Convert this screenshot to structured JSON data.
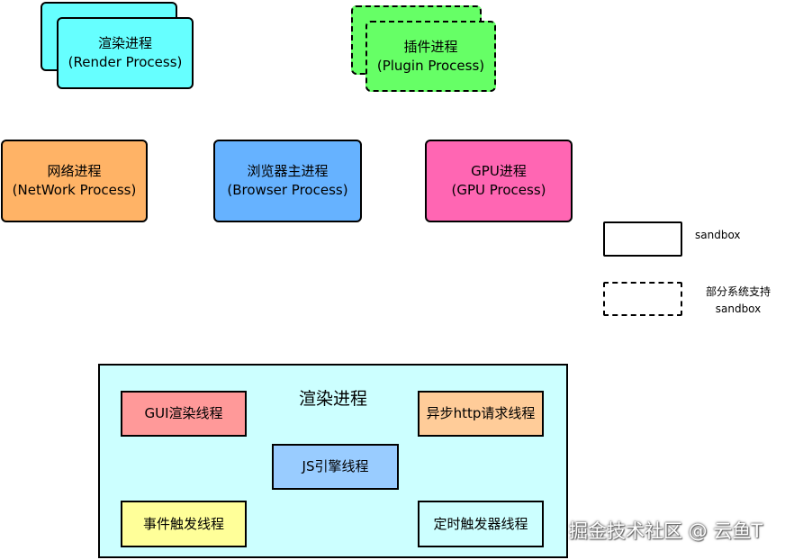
{
  "processes": {
    "render": {
      "title": "渲染进程",
      "subtitle": "(Render Process)",
      "color": "#66ffff",
      "sandbox": true,
      "stacked": true
    },
    "plugin": {
      "title": "插件进程",
      "subtitle": "(Plugin Process)",
      "color": "#66ff66",
      "sandbox": false,
      "stacked": true
    },
    "network": {
      "title": "网络进程",
      "subtitle": "(NetWork Process)",
      "color": "#ffb366",
      "sandbox": true
    },
    "browser": {
      "title": "浏览器主进程",
      "subtitle": "(Browser Process)",
      "color": "#66b2ff",
      "sandbox": true
    },
    "gpu": {
      "title": "GPU进程",
      "subtitle": "(GPU Process)",
      "color": "#ff66b3",
      "sandbox": true
    }
  },
  "legend": {
    "solid_label": "sandbox",
    "dashed_label_line1": "部分系统支持",
    "dashed_label_line2": "sandbox"
  },
  "renderer": {
    "title": "渲染进程",
    "color": "#ccffff",
    "threads": {
      "gui": {
        "label": "GUI渲染线程",
        "color": "#ff9999"
      },
      "http": {
        "label": "异步http请求线程",
        "color": "#ffcc99"
      },
      "js": {
        "label": "JS引擎线程",
        "color": "#99ccff"
      },
      "event": {
        "label": "事件触发线程",
        "color": "#ffff99"
      },
      "timer": {
        "label": "定时触发器线程",
        "color": "#ccffff"
      }
    }
  },
  "watermark": "掘金技术社区 @ 云鱼T"
}
